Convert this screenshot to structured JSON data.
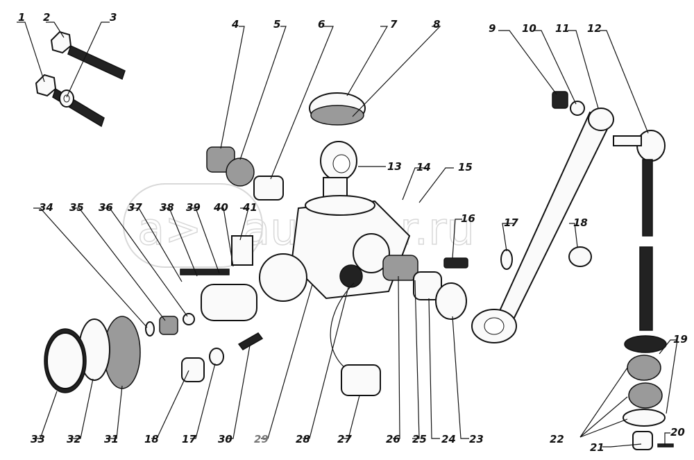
{
  "watermark": "autoiter.ru",
  "watermark_logo": "a>",
  "labels": [
    "1",
    "2",
    "3",
    "4",
    "5",
    "6",
    "7",
    "8",
    "9",
    "10",
    "11",
    "12",
    "13",
    "14",
    "15",
    "16",
    "17",
    "18",
    "19",
    "20",
    "21",
    "22",
    "23",
    "24",
    "25",
    "26",
    "27",
    "28",
    "29",
    "30",
    "31",
    "32",
    "33",
    "34",
    "35",
    "36",
    "37",
    "38",
    "39",
    "40",
    "41"
  ]
}
